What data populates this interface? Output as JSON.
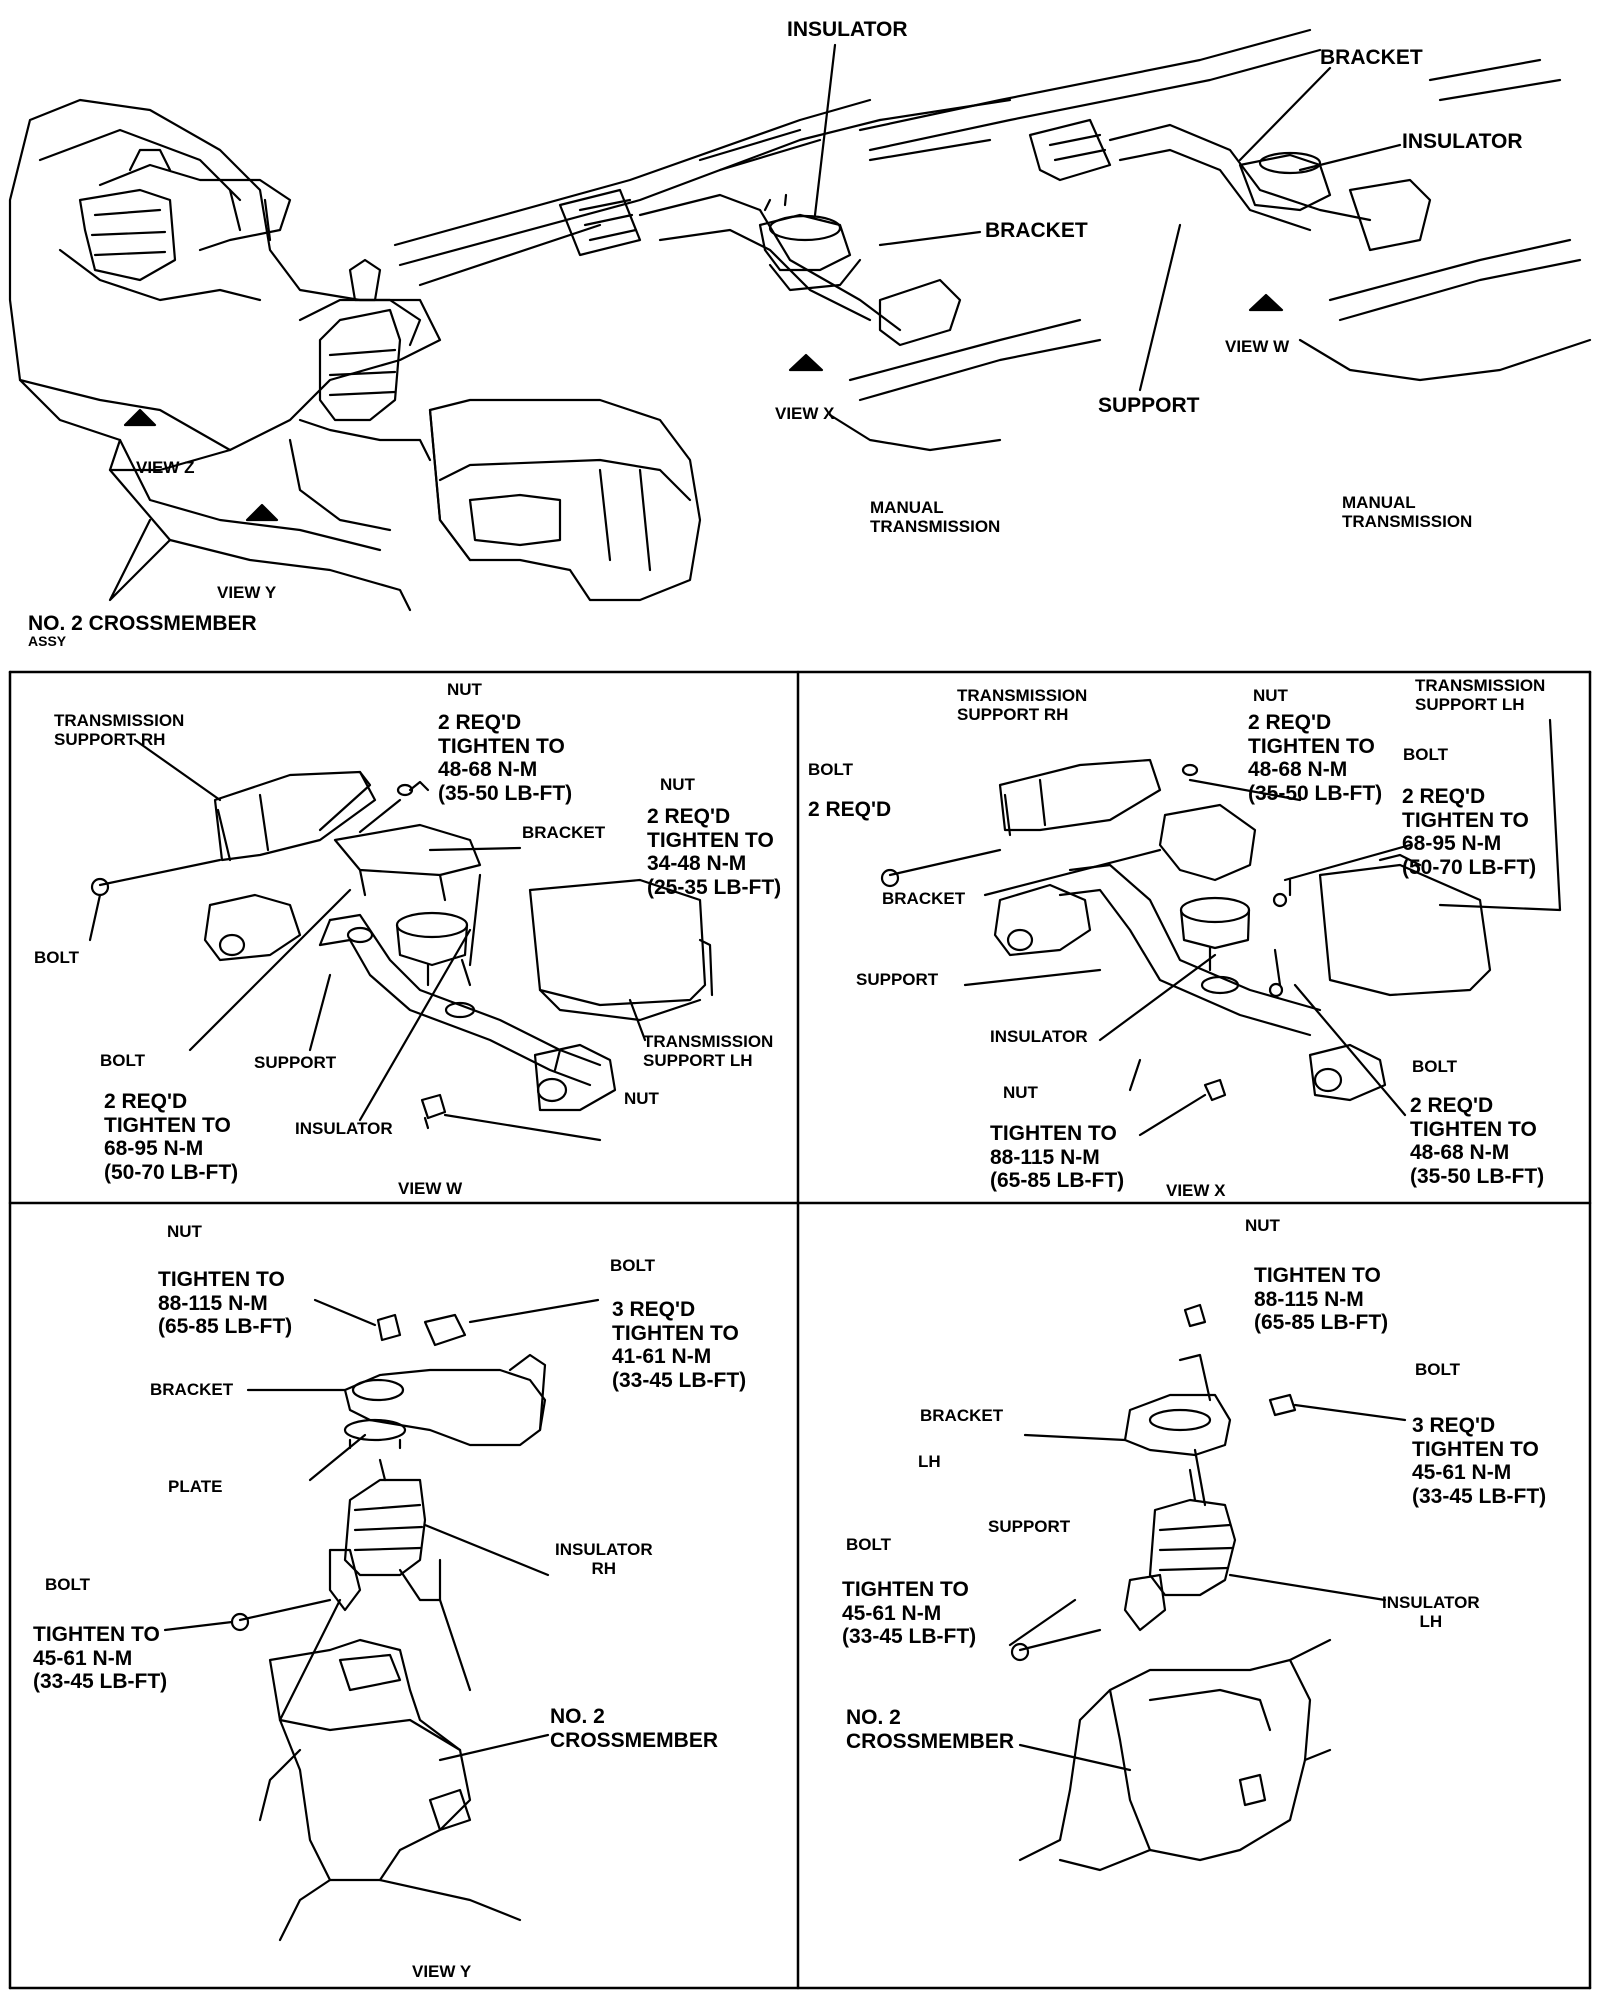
{
  "colors": {
    "ink": "#000000",
    "paper": "#ffffff"
  },
  "top": {
    "insulator_top": "INSULATOR",
    "bracket_top_right": "BRACKET",
    "insulator_right": "INSULATOR",
    "bracket_mid": "BRACKET",
    "view_w": "VIEW W",
    "view_x": "VIEW X",
    "support": "SUPPORT",
    "view_z": "VIEW Z",
    "view_y": "VIEW Y",
    "manual_trans_1": "MANUAL\nTRANSMISSION",
    "manual_trans_2": "MANUAL\nTRANSMISSION",
    "crossmember": "NO. 2 CROSSMEMBER",
    "assy": "ASSY"
  },
  "view_w_panel": {
    "nut_top": "NUT",
    "trans_support_rh": "TRANSMISSION\nSUPPORT RH",
    "req_nut": "2 REQ'D\nTIGHTEN TO\n48-68 N-M\n(35-50 LB-FT)",
    "nut_right": "NUT",
    "req_bracket": "2 REQ'D\nTIGHTEN TO\n34-48 N-M\n(25-35 LB-FT)",
    "bracket": "BRACKET",
    "bolt_left": "BOLT",
    "bolt_lower": "BOLT",
    "support": "SUPPORT",
    "trans_support_lh": "TRANSMISSION\nSUPPORT LH",
    "req_bolt": "2 REQ'D\nTIGHTEN TO\n68-95 N-M\n(50-70 LB-FT)",
    "insulator": "INSULATOR",
    "nut_bottom": "NUT",
    "caption": "VIEW W"
  },
  "view_x_panel": {
    "trans_support_rh": "TRANSMISSION\nSUPPORT RH",
    "nut_top": "NUT",
    "trans_support_lh": "TRANSMISSION\nSUPPORT LH",
    "bolt_left": "BOLT",
    "req_left": "2 REQ'D",
    "req_nut": "2 REQ'D\nTIGHTEN TO\n48-68 N-M\n(35-50 LB-FT)",
    "bolt_right": "BOLT",
    "req_bolt_right": "2 REQ'D\nTIGHTEN TO\n68-95 N-M\n(50-70 LB-FT)",
    "bracket": "BRACKET",
    "support": "SUPPORT",
    "insulator": "INSULATOR",
    "bolt_lower": "BOLT",
    "nut_lower": "NUT",
    "tighten_nut": "TIGHTEN TO\n88-115 N-M\n(65-85 LB-FT)",
    "req_bottom": "2 REQ'D\nTIGHTEN TO\n48-68 N-M\n(35-50 LB-FT)",
    "caption": "VIEW X"
  },
  "view_y_panel": {
    "nut": "NUT",
    "tighten_nut": "TIGHTEN TO\n88-115 N-M\n(65-85 LB-FT)",
    "bolt_top": "BOLT",
    "req_bolt": "3 REQ'D\nTIGHTEN TO\n41-61 N-M\n(33-45 LB-FT)",
    "bracket": "BRACKET",
    "plate": "PLATE",
    "insulator_rh": "INSULATOR\nRH",
    "bolt_left": "BOLT",
    "tighten_bolt": "TIGHTEN TO\n45-61 N-M\n(33-45 LB-FT)",
    "crossmember": "NO. 2\nCROSSMEMBER",
    "caption": "VIEW Y"
  },
  "view_z_panel": {
    "nut": "NUT",
    "tighten_nut": "TIGHTEN TO\n88-115 N-M\n(65-85 LB-FT)",
    "bolt_right": "BOLT",
    "bracket": "BRACKET",
    "req_bolt": "3 REQ'D\nTIGHTEN TO\n45-61 N-M\n(33-45 LB-FT)",
    "lh": "LH",
    "support": "SUPPORT",
    "bolt_left": "BOLT",
    "tighten_bolt": "TIGHTEN TO\n45-61 N-M\n(33-45 LB-FT)",
    "insulator_lh": "INSULATOR\nLH",
    "crossmember": "NO. 2\nCROSSMEMBER"
  }
}
